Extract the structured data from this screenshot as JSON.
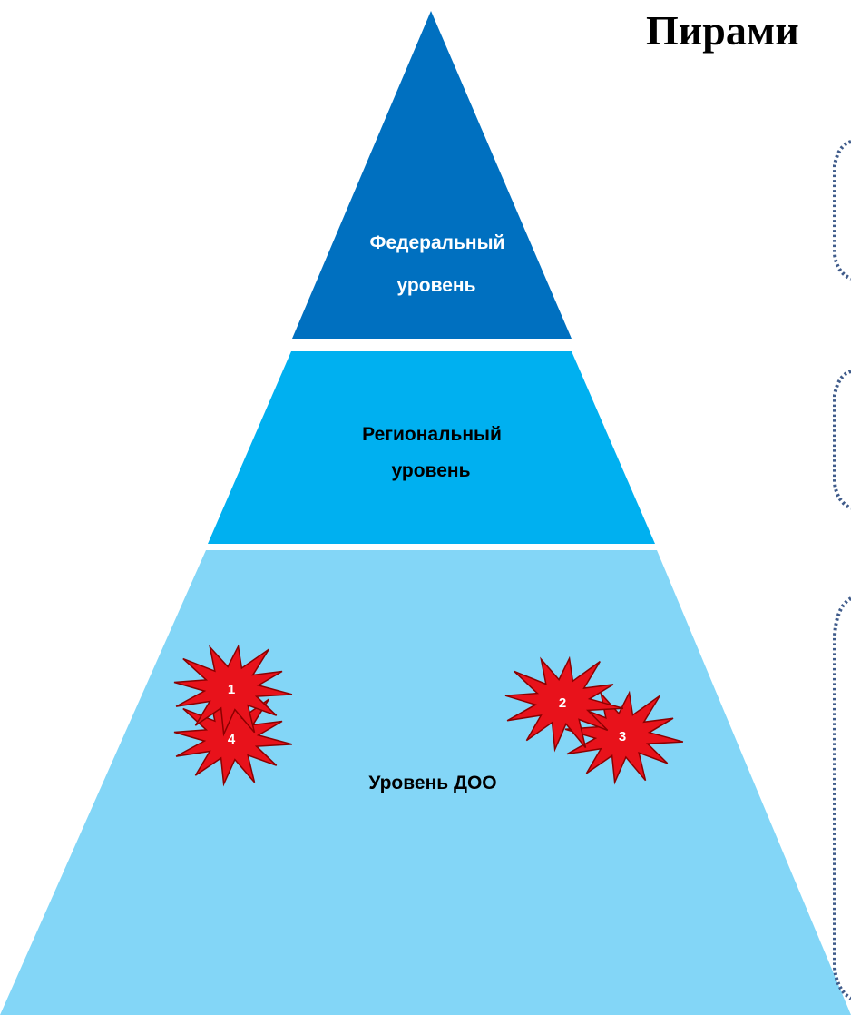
{
  "title": "Пирами",
  "tiers": [
    {
      "id": "federal",
      "lines": [
        "Федеральный",
        "уровень"
      ],
      "color": "#0070C0",
      "text_color": "#ffffff"
    },
    {
      "id": "regional",
      "lines": [
        "Региональный",
        "уровень"
      ],
      "color": "#00B0F0",
      "text_color": "#000000"
    },
    {
      "id": "doo",
      "lines": [
        "Уровень ДОО"
      ],
      "color": "#83D6F7",
      "text_color": "#000000"
    }
  ],
  "markers": [
    "4",
    "3",
    "1",
    "2"
  ],
  "colors": {
    "burst_fill": "#E8121B",
    "burst_stroke": "#8B0000",
    "dotted_bracket": "#3F5B8A"
  }
}
